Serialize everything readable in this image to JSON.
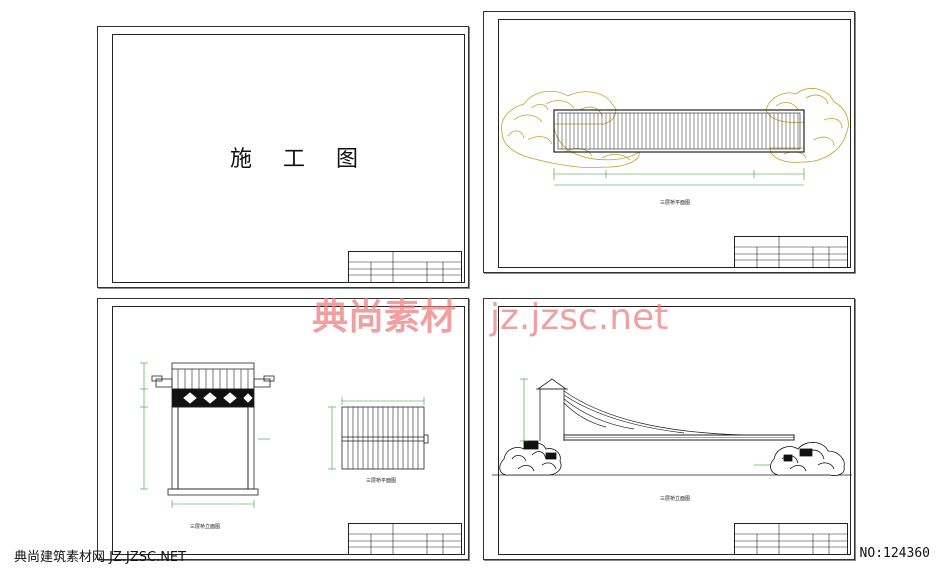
{
  "sheets": {
    "cover": {
      "title": "施 工 图"
    },
    "plan": {
      "caption": "三层桥平面图"
    },
    "detail": {
      "caption_left": "三层桥立面图",
      "caption_right": "三层桥平面图"
    },
    "elevation": {
      "caption": "三层桥立面图"
    }
  },
  "watermark": {
    "brand": "典尚素材",
    "url": "jz.jzsc.net"
  },
  "footer": {
    "left": "典尚建筑素材网 JZ.JZSC.NET",
    "right": "NO:124360"
  },
  "colors": {
    "line": "#222222",
    "rock": "#c9a227",
    "dimension": "#2e9e2e",
    "watermark": "#eb7878"
  }
}
